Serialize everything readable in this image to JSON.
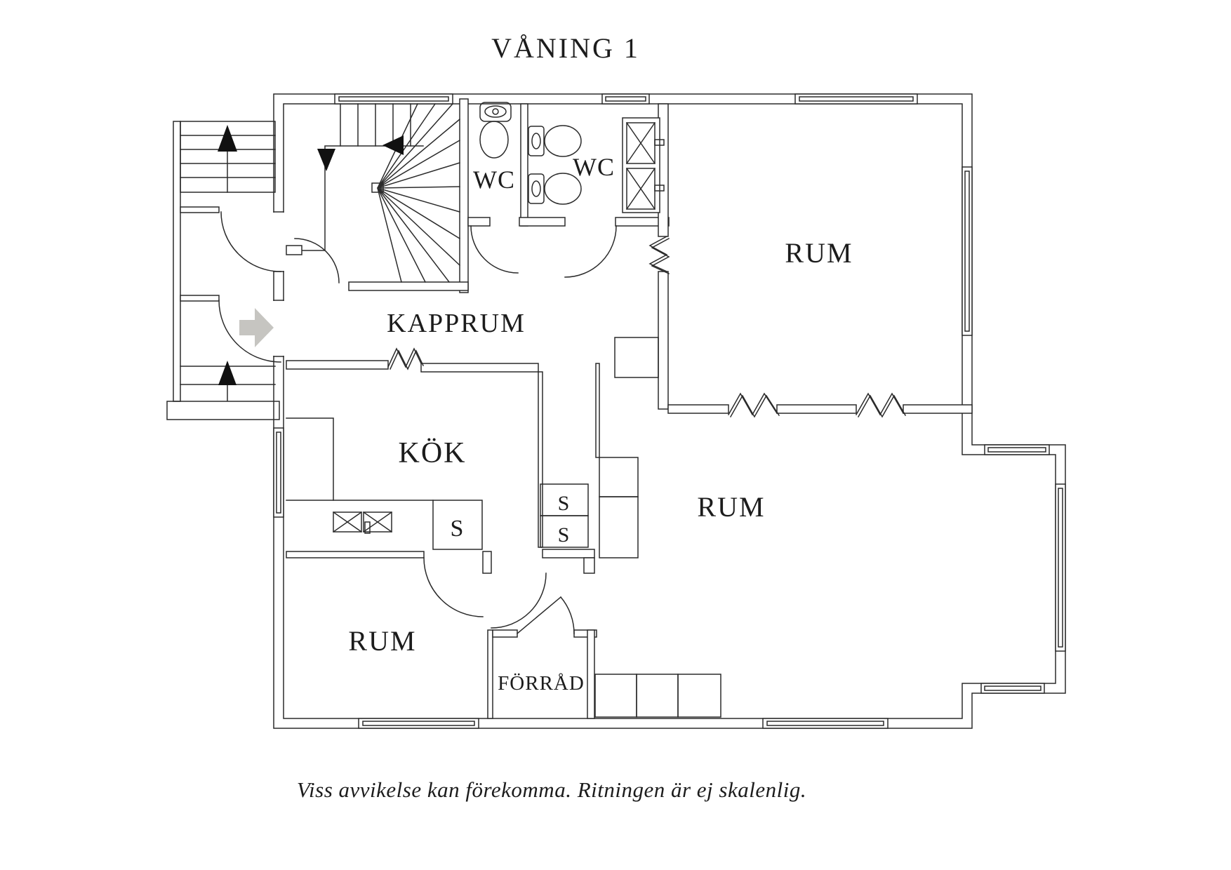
{
  "title": "VÅNING 1",
  "caption": "Viss avvikelse kan förekomma. Ritningen är ej skalenlig.",
  "colors": {
    "line": "#2b2b2b",
    "entrance_arrow": "#c6c5c1",
    "text": "#1c1c1c"
  },
  "rooms": {
    "wc1": {
      "label": "WC"
    },
    "wc2": {
      "label": "WC"
    },
    "rum_top_right": {
      "label": "RUM"
    },
    "kapprum": {
      "label": "KAPPRUM"
    },
    "kok": {
      "label": "KÖK"
    },
    "rum_bottom_right": {
      "label": "RUM"
    },
    "rum_bottom_left": {
      "label": "RUM"
    },
    "forrad": {
      "label": "FÖRRÅD"
    }
  },
  "appliances": {
    "stove": {
      "label": "S"
    },
    "cabinet_upper": {
      "label": "S"
    },
    "cabinet_lower": {
      "label": "S"
    }
  }
}
